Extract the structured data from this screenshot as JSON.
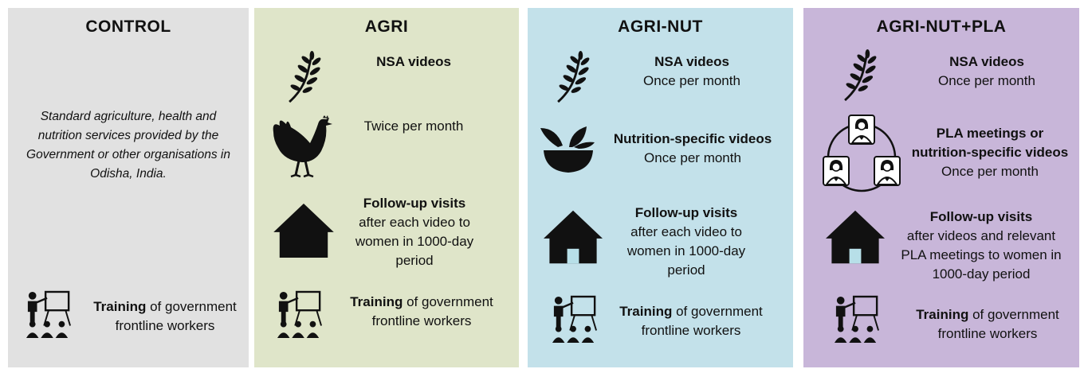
{
  "panels": {
    "control": {
      "title": "CONTROL",
      "description": "Standard agriculture, health and nutrition services provided by the Government or other organisations in Odisha, India.",
      "training": {
        "bold": "Training",
        "rest": " of government frontline workers"
      }
    },
    "agri": {
      "title": "AGRI",
      "nsa_title": "NSA videos",
      "nsa_freq": "Twice per month",
      "followup_title": "Follow-up visits",
      "followup_desc": "after each video to women in 1000-day period",
      "training": {
        "bold": "Training",
        "rest": " of government frontline workers"
      }
    },
    "agri_nut": {
      "title": "AGRI-NUT",
      "nsa_title": "NSA videos",
      "nsa_freq": "Once per month",
      "nut_title": "Nutrition-specific videos",
      "nut_freq": "Once per month",
      "followup_title": "Follow-up visits",
      "followup_desc": "after each video to women in 1000-day period",
      "training": {
        "bold": "Training",
        "rest": " of government frontline workers"
      }
    },
    "agri_nut_pla": {
      "title": "AGRI-NUT+PLA",
      "nsa_title": "NSA videos",
      "nsa_freq": "Once per month",
      "pla_title": "PLA meetings or nutrition-specific videos",
      "pla_freq": "Once per month",
      "followup_title": "Follow-up visits",
      "followup_desc": "after videos and relevant PLA meetings to women in 1000-day period",
      "training": {
        "bold": "Training",
        "rest": " of government frontline workers"
      }
    }
  }
}
